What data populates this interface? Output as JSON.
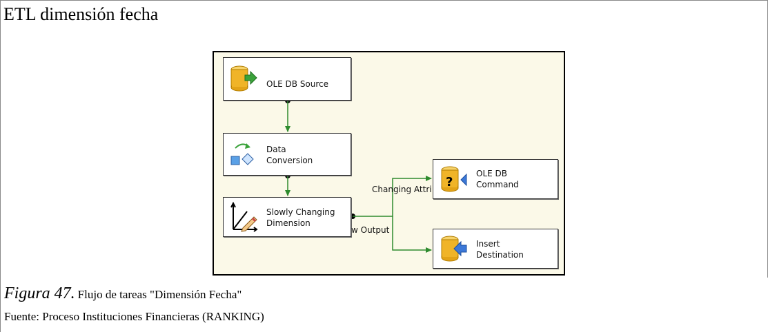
{
  "title": "ETL dimensión fecha",
  "diagram": {
    "nodes": {
      "source": {
        "label": "OLE DB Source",
        "icon": "database-arrow-icon"
      },
      "conversion": {
        "line1": "Data",
        "line2": "Conversion",
        "icon": "data-conversion-icon"
      },
      "scd": {
        "line1": "Slowly Changing",
        "line2": "Dimension",
        "icon": "slowly-changing-dimension-icon"
      },
      "command": {
        "line1": "OLE DB",
        "line2": "Command",
        "icon": "database-question-icon"
      },
      "insert": {
        "line1": "Insert",
        "line2": "Destination",
        "icon": "database-insert-icon"
      }
    },
    "connectors": {
      "changing": "Changing Attri",
      "new_output": "w Output"
    },
    "colors": {
      "arrow": "#2e8b2e",
      "canvas": "#fbf9e8",
      "cylinder": "#f0b428"
    }
  },
  "caption": {
    "figure": "Figura 47.",
    "text": "Flujo de tareas \"Dimensión Fecha\"",
    "source": "Fuente: Proceso Instituciones Financieras (RANKING)"
  }
}
